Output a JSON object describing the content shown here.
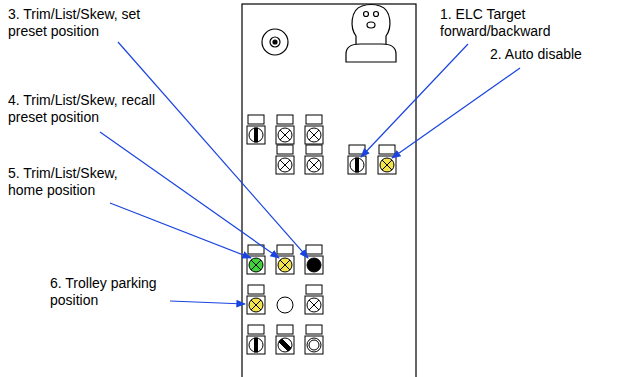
{
  "diagram": {
    "labels": [
      "3. Trim/List/Skew, set preset position",
      "4. Trim/List/Skew, recall preset position",
      "5. Trim/List/Skew, home position",
      "6. Trolley parking position",
      "1. ELC Target forward/backward",
      "2. Auto disable"
    ]
  }
}
